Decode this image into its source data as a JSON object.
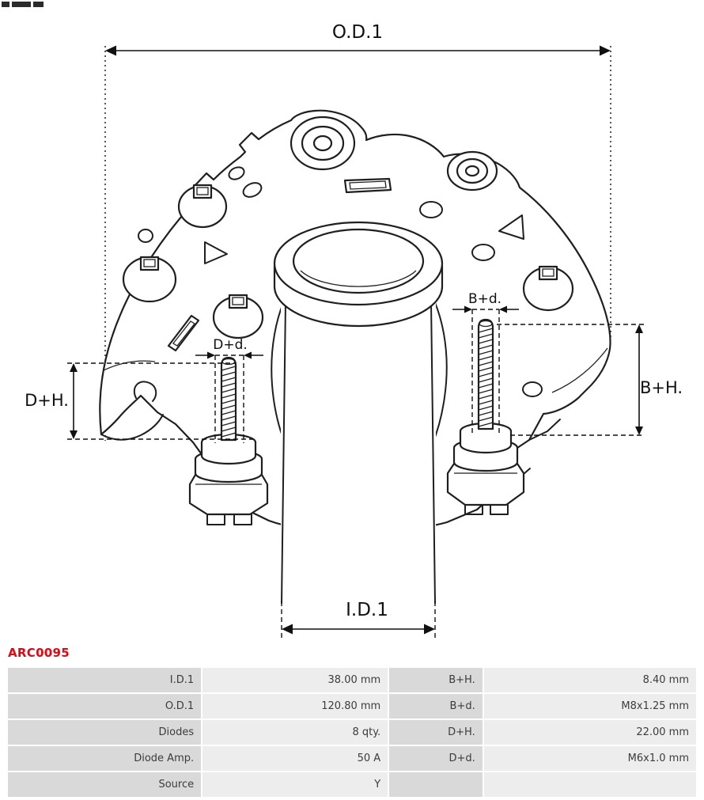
{
  "part_number": "ARC0095",
  "colors": {
    "part_number_red": "#e30613",
    "table_label_bg": "#d9d9d9",
    "table_value_bg": "#ededed",
    "drawing_line": "#1f1f1f"
  },
  "drawing": {
    "labels": {
      "od1": "O.D.1",
      "id1": "I.D.1",
      "dh": "D+H.",
      "bh": "B+H.",
      "dd": "D+d.",
      "bd": "B+d."
    }
  },
  "table": {
    "rows": [
      {
        "c0": "I.D.1",
        "c1": "38.00 mm",
        "c2": "B+H.",
        "c3": "8.40 mm"
      },
      {
        "c0": "O.D.1",
        "c1": "120.80 mm",
        "c2": "B+d.",
        "c3": "M8x1.25 mm"
      },
      {
        "c0": "Diodes",
        "c1": "8 qty.",
        "c2": "D+H.",
        "c3": "22.00 mm"
      },
      {
        "c0": "Diode Amp.",
        "c1": "50 A",
        "c2": "D+d.",
        "c3": "M6x1.0 mm"
      },
      {
        "c0": "Source",
        "c1": "Y",
        "c2": "",
        "c3": ""
      }
    ]
  }
}
